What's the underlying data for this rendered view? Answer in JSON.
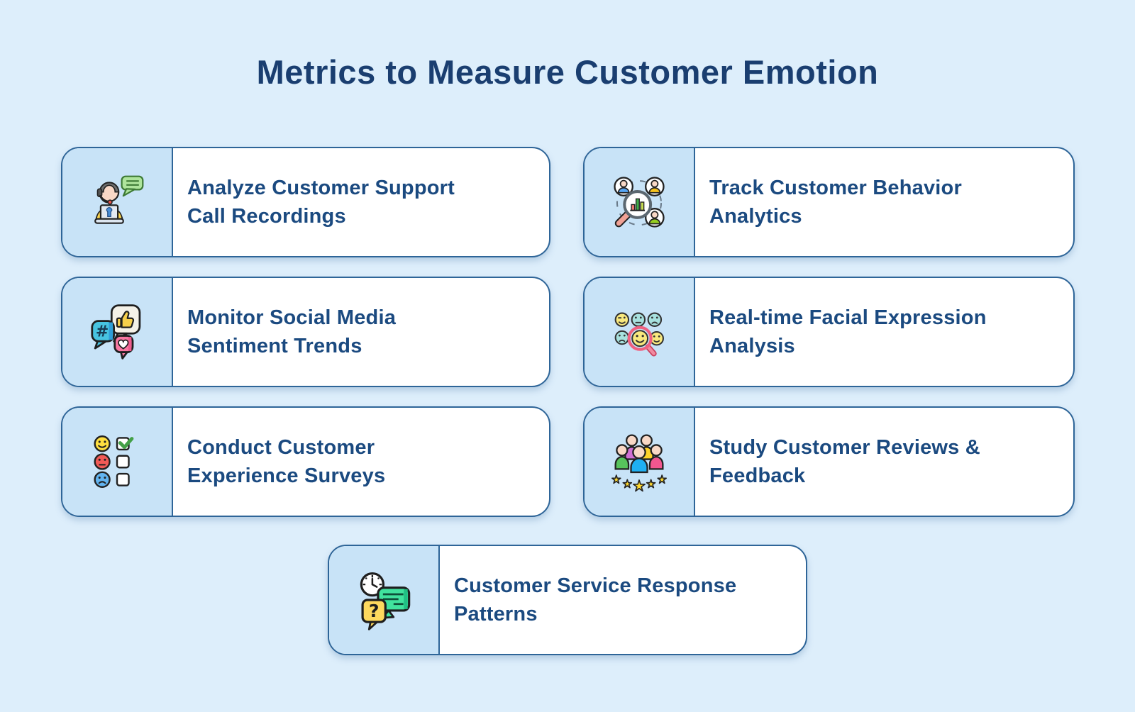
{
  "page": {
    "title": "Metrics to Measure Customer Emotion"
  },
  "colors": {
    "page_bg": "#ddeefb",
    "card_bg": "#ffffff",
    "icon_panel_bg": "#c8e3f7",
    "card_border": "#2e6598",
    "title_text": "#1a3e70",
    "card_text": "#1b4a80"
  },
  "icons": {
    "hash_glyph": "#",
    "question_glyph": "?"
  },
  "cards": [
    {
      "icon": "support-agent-headset-icon",
      "label": "Analyze Customer Support Call Recordings",
      "lines": [
        "Analyze Customer Support",
        "Call Recordings"
      ]
    },
    {
      "icon": "behavior-analytics-magnifier-icon",
      "label": "Track Customer Behavior Analytics",
      "lines": [
        "Track Customer Behavior",
        "Analytics"
      ]
    },
    {
      "icon": "social-media-bubbles-icon",
      "label": "Monitor Social Media Sentiment Trends",
      "lines": [
        "Monitor Social Media",
        "Sentiment Trends"
      ]
    },
    {
      "icon": "facial-expression-faces-icon",
      "label": "Real-time Facial Expression Analysis",
      "lines": [
        "Real-time Facial Expression",
        "Analysis"
      ]
    },
    {
      "icon": "survey-faces-checkbox-icon",
      "label": "Conduct Customer Experience Surveys",
      "lines": [
        "Conduct Customer",
        "Experience Surveys"
      ]
    },
    {
      "icon": "customer-group-stars-icon",
      "label": "Study Customer Reviews & Feedback",
      "lines": [
        "Study Customer Reviews &",
        "Feedback"
      ]
    },
    {
      "icon": "clock-chat-bubbles-icon",
      "label": "Customer Service Response Patterns",
      "lines": [
        "Customer Service Response",
        "Patterns"
      ]
    }
  ]
}
